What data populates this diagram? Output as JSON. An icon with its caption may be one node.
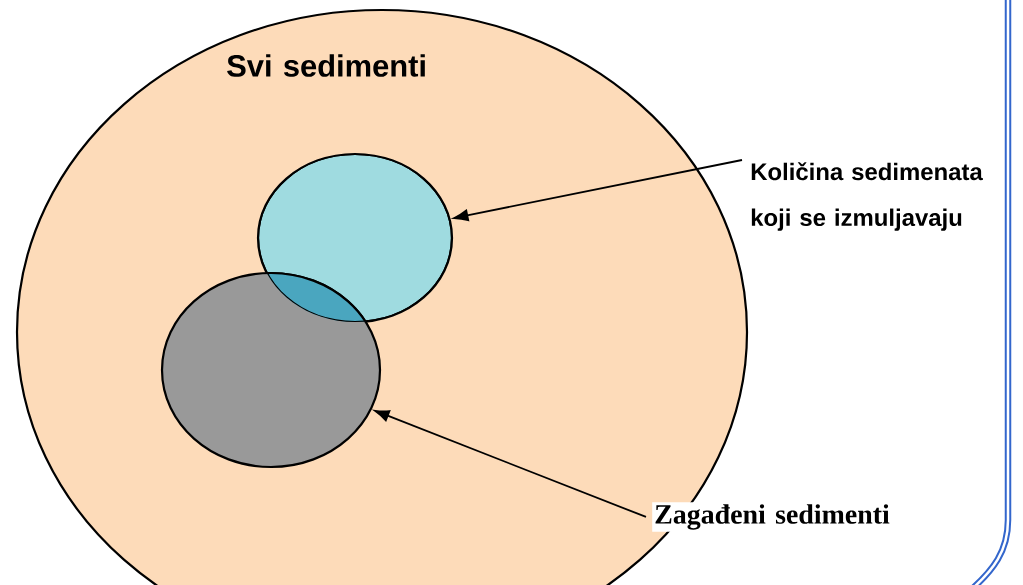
{
  "diagram": {
    "nodes": [
      {
        "text": [
          "Svi sedimenti"
        ]
      },
      {
        "text": [],
        "shape": "circle",
        "in": 0
      },
      {
        "text": [],
        "shape": "circle",
        "in": 0
      },
      {
        "text": [
          "Količina sedimenata koji se izmuljavaju"
        ]
      },
      {
        "text": [
          "Zagađeni sedimenti"
        ]
      }
    ],
    "edges": [
      {
        "from": 3,
        "to": 1,
        "arrow": "to"
      },
      {
        "from": 4,
        "to": 2,
        "arrow": "to"
      }
    ]
  }
}
